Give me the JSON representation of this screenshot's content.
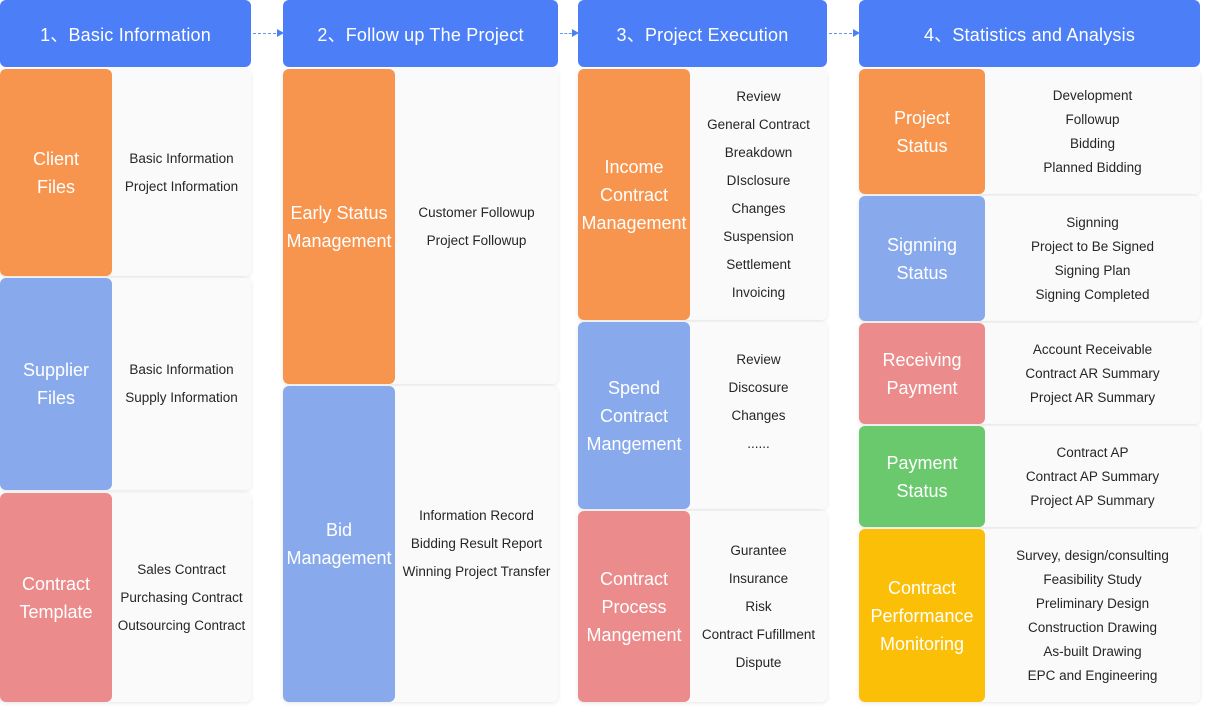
{
  "columns": [
    {
      "title": "1、Basic Information",
      "sections": [
        {
          "lines": [
            "Client",
            "Files"
          ],
          "items": [
            "Basic Information",
            "Project Information"
          ],
          "color": "#f7954f"
        },
        {
          "lines": [
            "Supplier",
            "Files"
          ],
          "items": [
            "Basic Information",
            "Supply Information"
          ],
          "color": "#88aaec"
        },
        {
          "lines": [
            "Contract",
            "Template"
          ],
          "items": [
            "Sales Contract",
            "Purchasing Contract",
            "Outsourcing Contract"
          ],
          "color": "#ec8b8b"
        }
      ]
    },
    {
      "title": "2、Follow up The Project",
      "sections": [
        {
          "lines": [
            "Early Status",
            "Management"
          ],
          "items": [
            "Customer Followup",
            "Project Followup"
          ],
          "color": "#f7954f"
        },
        {
          "lines": [
            "Bid",
            "Management"
          ],
          "items": [
            "Information Record",
            "Bidding Result Report",
            "Winning Project Transfer"
          ],
          "color": "#88aaec"
        }
      ]
    },
    {
      "title": "3、Project Execution",
      "sections": [
        {
          "lines": [
            "Income",
            "Contract",
            "Management"
          ],
          "items": [
            "Review",
            "General Contract",
            "Breakdown",
            "DIsclosure",
            "Changes",
            "Suspension",
            "Settlement",
            "Invoicing"
          ],
          "color": "#f7954f"
        },
        {
          "lines": [
            "Spend",
            "Contract",
            "Mangement"
          ],
          "items": [
            "Review",
            "Discosure",
            "Changes",
            "......"
          ],
          "color": "#88aaec"
        },
        {
          "lines": [
            "Contract",
            "Process",
            "Mangement"
          ],
          "items": [
            "Gurantee",
            "Insurance",
            "Risk",
            "Contract Fufillment",
            "Dispute"
          ],
          "color": "#ec8b8b"
        }
      ]
    },
    {
      "title": "4、Statistics and Analysis",
      "sections": [
        {
          "lines": [
            "Project",
            "Status"
          ],
          "items": [
            "Development",
            "Followup",
            "Bidding",
            "Planned Bidding"
          ],
          "color": "#f7954f"
        },
        {
          "lines": [
            "Signning",
            "Status"
          ],
          "items": [
            "Signning",
            "Project to Be Signed",
            "Signing Plan",
            "Signing Completed"
          ],
          "color": "#88aaec"
        },
        {
          "lines": [
            "Receiving",
            "Payment"
          ],
          "items": [
            "Account Receivable",
            "Contract AR Summary",
            "Project AR Summary"
          ],
          "color": "#ec8b8b"
        },
        {
          "lines": [
            "Payment",
            "Status"
          ],
          "items": [
            "Contract AP",
            "Contract AP Summary",
            "Project AP Summary"
          ],
          "color": "#6ac96d"
        },
        {
          "lines": [
            "Contract",
            "Performance",
            "Monitoring"
          ],
          "items": [
            "Survey, design/consulting",
            "Feasibility Study",
            "Preliminary Design",
            "Construction Drawing",
            "As-built Drawing",
            "EPC and Engineering"
          ],
          "color": "#fbbf08"
        }
      ]
    }
  ]
}
